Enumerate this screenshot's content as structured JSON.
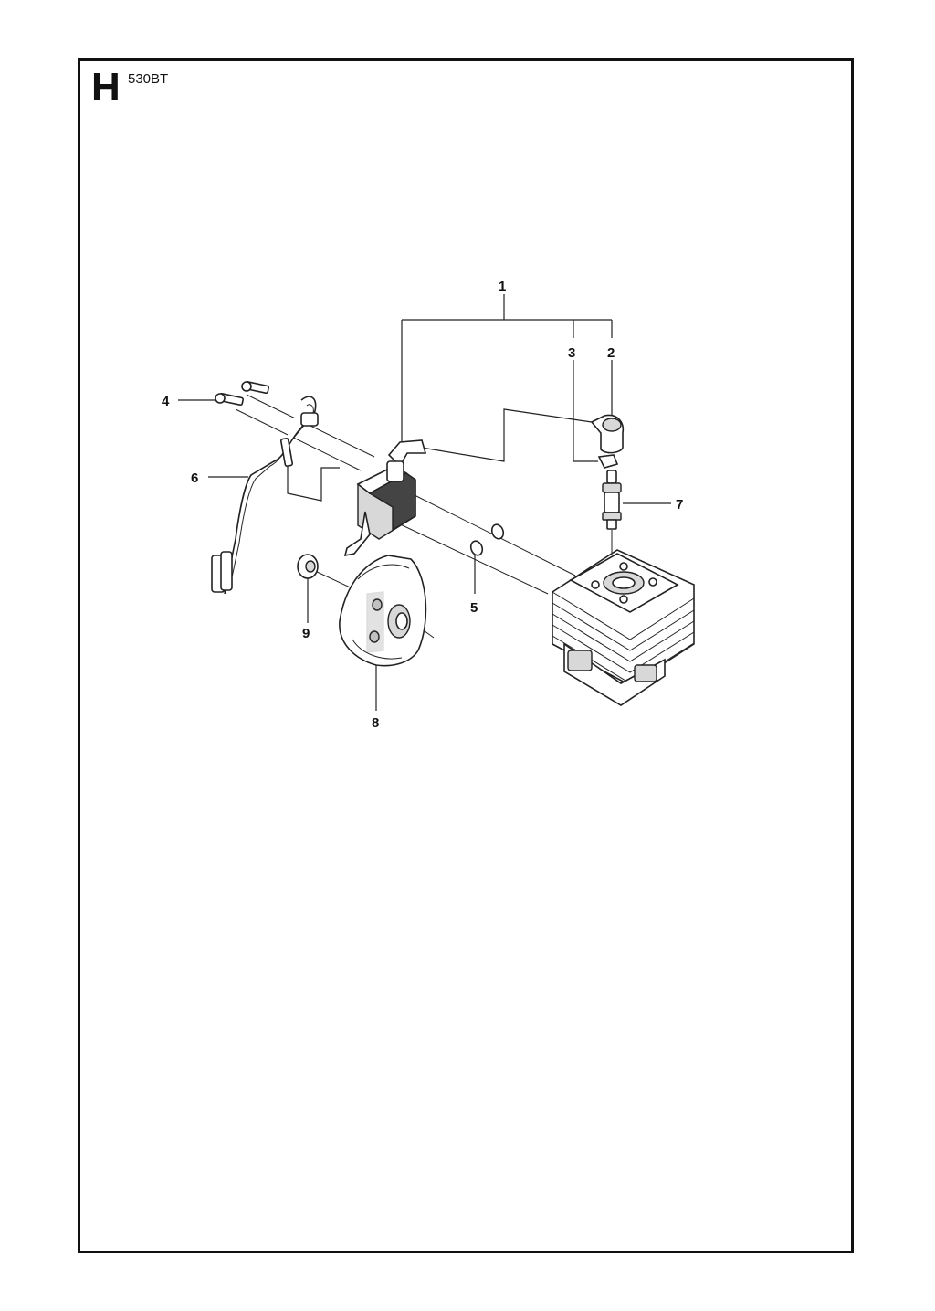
{
  "page": {
    "section_letter": "H",
    "model_code": "530BT"
  },
  "callouts": [
    {
      "id": "1",
      "label": "1"
    },
    {
      "id": "2",
      "label": "2"
    },
    {
      "id": "3",
      "label": "3"
    },
    {
      "id": "4",
      "label": "4"
    },
    {
      "id": "5",
      "label": "5"
    },
    {
      "id": "6",
      "label": "6"
    },
    {
      "id": "7",
      "label": "7"
    },
    {
      "id": "8",
      "label": "8"
    },
    {
      "id": "9",
      "label": "9"
    }
  ]
}
